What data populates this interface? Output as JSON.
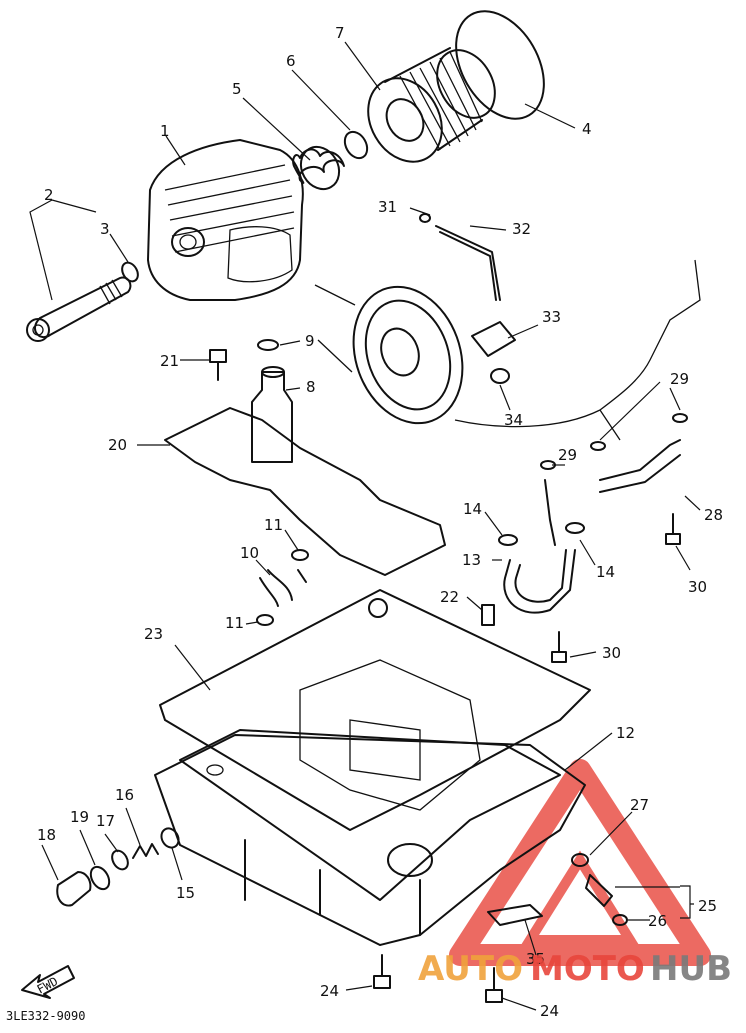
{
  "diagram": {
    "drawing_code": "3LE332-9090",
    "fwd_label": "FWD",
    "callouts": [
      "1",
      "2",
      "3",
      "4",
      "5",
      "6",
      "7",
      "8",
      "9",
      "10",
      "11",
      "11",
      "12",
      "13",
      "14",
      "14",
      "15",
      "16",
      "17",
      "18",
      "19",
      "20",
      "21",
      "22",
      "23",
      "24",
      "24",
      "25",
      "26",
      "27",
      "28",
      "29",
      "29",
      "30",
      "30",
      "31",
      "32",
      "33",
      "34",
      "35"
    ]
  },
  "watermark": {
    "part1": "AUTO",
    "part2": "MOTO",
    "part3": "HUB",
    "colors": {
      "red": "#e8463c",
      "orange": "#f0a23c",
      "gray": "#7a7a7a"
    }
  }
}
